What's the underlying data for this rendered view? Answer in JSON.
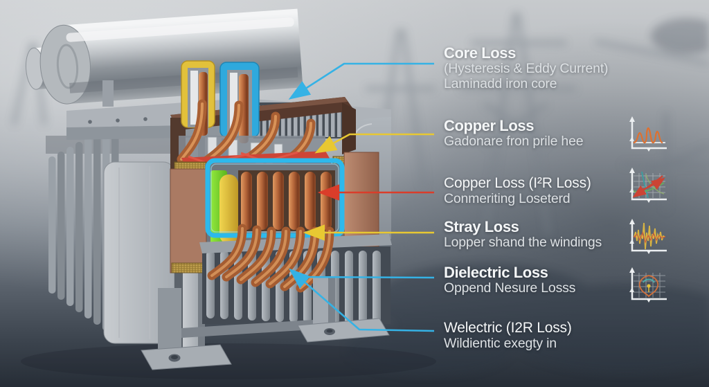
{
  "diagram": {
    "subject": "transformer-losses-cutaway",
    "labels": [
      {
        "heading": "Core Loss",
        "line1": "(Hysteresis & Eddy Current)",
        "line2": "Laminadd iron core",
        "accent": "#35b2e5"
      },
      {
        "heading": "Copper Loss",
        "line1": "Gadonare fron prile hee",
        "accent": "#e8c832"
      },
      {
        "heading": "Copper Loss (I²R Loss)",
        "line1": "Conmeriting Loseterd",
        "accent": "#da3d2a"
      },
      {
        "heading": "Stray Loss",
        "line1": "Lopper shand the windings",
        "accent": "#e8c832"
      },
      {
        "heading": "Dielectric Loss",
        "line1": "Oppend Nesure Losss",
        "accent": "#35b2e5"
      },
      {
        "heading": "Welectric (I2R Loss)",
        "line1": "Wildientic exegty in",
        "accent": "#35b2e5"
      }
    ],
    "mini_charts": [
      {
        "icon": "hysteresis-curve-chart",
        "stroke": "#e0702e"
      },
      {
        "icon": "load-lines-chart",
        "strokes": [
          "#cc4434",
          "#6aa85f",
          "#3f9da0"
        ]
      },
      {
        "icon": "stray-waveform-chart",
        "strokes": [
          "#d8b442",
          "#c8503a"
        ]
      },
      {
        "icon": "dielectric-contour-chart",
        "strokes": [
          "#d3703a",
          "#48b0ac",
          "#e3c23c"
        ]
      }
    ],
    "colors": {
      "leader_cyan": "#35b2e5",
      "leader_yellow": "#e8c832",
      "leader_red": "#da3d2a"
    }
  }
}
